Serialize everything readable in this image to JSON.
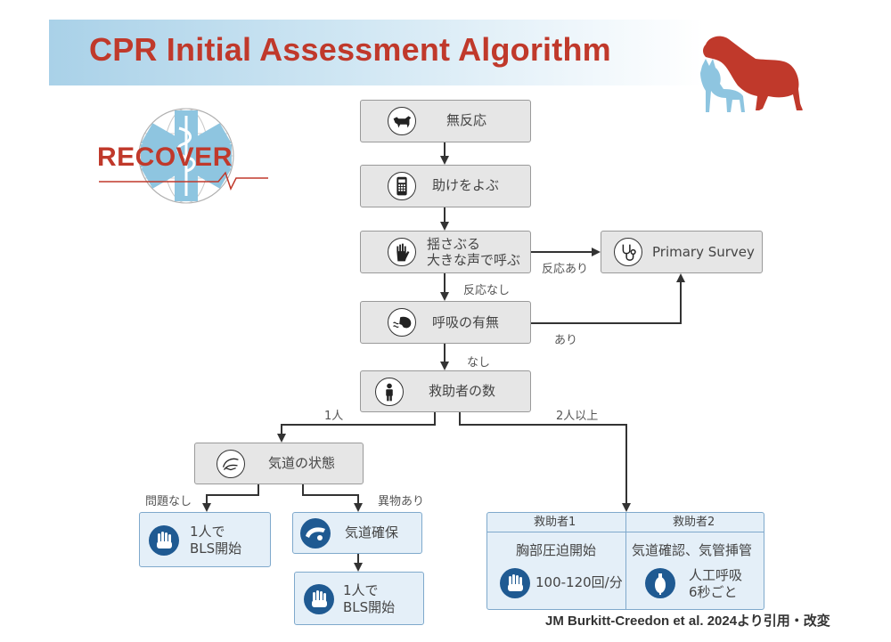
{
  "title": "CPR Initial Assessment Algorithm",
  "logo": {
    "text": "RECOVER"
  },
  "colors": {
    "title": "#c0392b",
    "dog": "#c0392b",
    "cat": "#8ec5e0",
    "node_fill": "#e6e6e6",
    "node_border": "#9a9a9a",
    "blue_fill": "#e4eff8",
    "blue_border": "#7fa9cc",
    "icon_blue": "#1f5a92"
  },
  "nodes": {
    "unresponsive": "無反応",
    "call_help": "助けをよぶ",
    "shake_line1": "揺さぶる",
    "shake_line2": "大きな声で呼ぶ",
    "primary_survey": "Primary Survey",
    "breathing": "呼吸の有無",
    "rescuers": "救助者の数",
    "airway_state": "気道の状態",
    "bls_a_line1": "1人で",
    "bls_a_line2": "BLS開始",
    "airway_secure": "気道確保",
    "bls_b_line1": "1人で",
    "bls_b_line2": "BLS開始"
  },
  "edges": {
    "responsive": "反応あり",
    "no_response": "反応なし",
    "present": "あり",
    "absent": "なし",
    "one_person": "1人",
    "two_plus": "2人以上",
    "no_problem": "問題なし",
    "foreign_body": "異物あり"
  },
  "team": {
    "rescuer1": {
      "header": "救助者1",
      "task": "胸部圧迫開始",
      "rate": "100-120回/分"
    },
    "rescuer2": {
      "header": "救助者2",
      "task": "気道確認、気管挿管",
      "vent_line1": "人工呼吸",
      "vent_line2": "6秒ごと"
    }
  },
  "icons": [
    "dog-icon",
    "phone-icon",
    "hand-icon",
    "stethoscope-icon",
    "breathing-dog-icon",
    "person-icon",
    "airway-icon",
    "compression-hands-icon",
    "airway-secure-icon",
    "ambu-bag-icon"
  ],
  "credit": "JM Burkitt-Creedon et al. 2024より引用・改変"
}
